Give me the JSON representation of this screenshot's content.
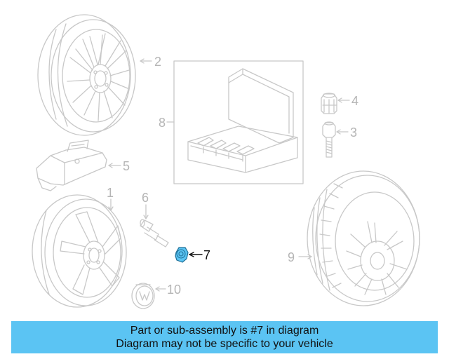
{
  "diagram": {
    "callouts": {
      "c1": "1",
      "c2": "2",
      "c3": "3",
      "c4": "4",
      "c5": "5",
      "c6": "6",
      "c7": "7",
      "c8": "8",
      "c9": "9",
      "c10": "10"
    },
    "highlight_color": "#5bc4f3",
    "line_color": "#c8c8c8",
    "highlighted_part": "7"
  },
  "banner": {
    "line1": "Part or sub-assembly is #7 in diagram",
    "line2": "Diagram may not be specific to your vehicle",
    "background": "#5bc4f3"
  }
}
